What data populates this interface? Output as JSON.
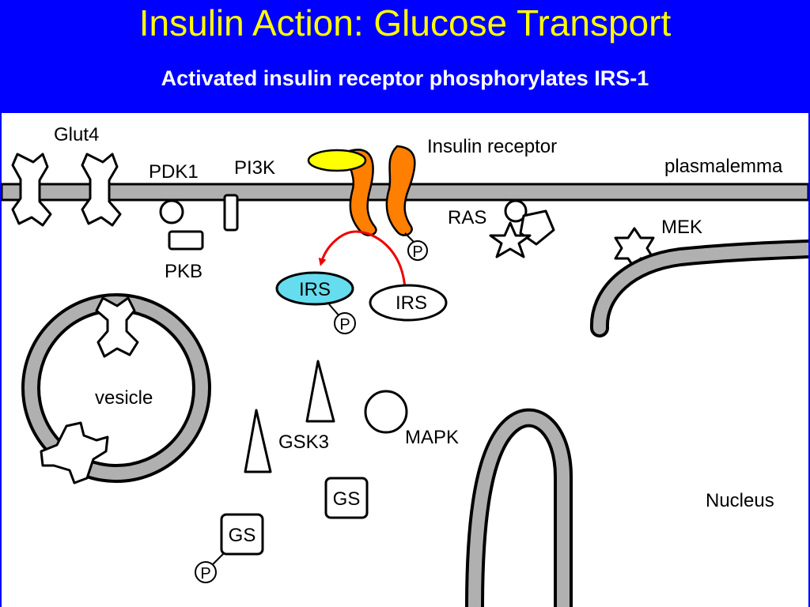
{
  "header": {
    "title": "Insulin Action: Glucose Transport",
    "subtitle": "Activated insulin receptor phosphorylates IRS-1"
  },
  "labels": {
    "glut4": "Glut4",
    "pdk1": "PDK1",
    "pi3k": "PI3K",
    "insulin_receptor": "Insulin receptor",
    "plasmalemma": "plasmalemma",
    "pkb": "PKB",
    "ras": "RAS",
    "mek": "MEK",
    "irs_active": "IRS",
    "irs_inactive": "IRS",
    "phospho": "P",
    "vesicle": "vesicle",
    "gsk3": "GSK3",
    "mapk": "MAPK",
    "gs": "GS",
    "nucleus": "Nucleus"
  },
  "colors": {
    "background": "#0000ff",
    "title": "#ffff00",
    "subtitle": "#ffffff",
    "membrane": "#b0b0b0",
    "receptor": "#ff7f00",
    "insulin": "#ffff00",
    "irs_active": "#66ddee",
    "arrow": "#ee0000"
  }
}
